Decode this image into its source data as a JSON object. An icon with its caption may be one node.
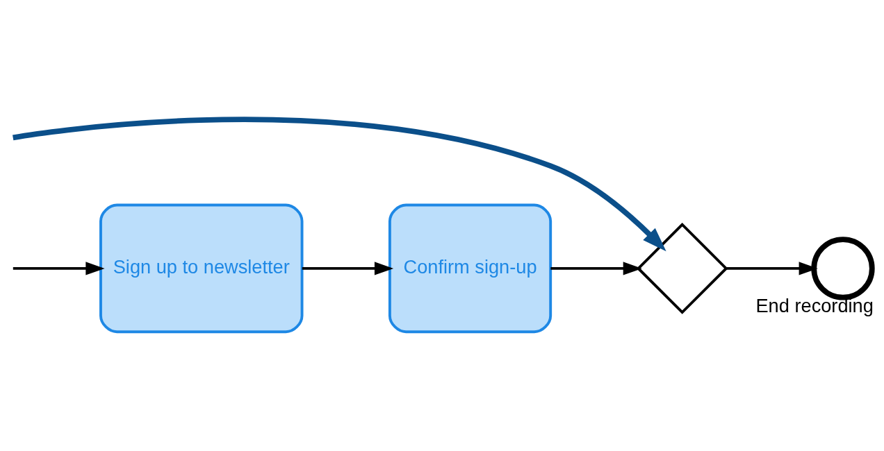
{
  "diagram": {
    "nodes": [
      {
        "text": [
          "Sign up to newsletter"
        ]
      },
      {
        "text": [
          "Confirm sign-up"
        ]
      },
      {
        "text": [],
        "shape": "diamond"
      },
      {
        "text": [],
        "shape": "circle",
        "beside": [
          "End recording"
        ]
      }
    ],
    "edges": [
      {
        "from": null,
        "to": 0,
        "arrow": "to"
      },
      {
        "from": 0,
        "to": 1,
        "arrow": "to"
      },
      {
        "from": 1,
        "to": 2,
        "arrow": "to"
      },
      {
        "from": 2,
        "to": 3,
        "arrow": "to"
      },
      {
        "from": null,
        "to": 2,
        "arrow": "to",
        "style": "thick",
        "color": "#0b4f8a"
      }
    ]
  }
}
